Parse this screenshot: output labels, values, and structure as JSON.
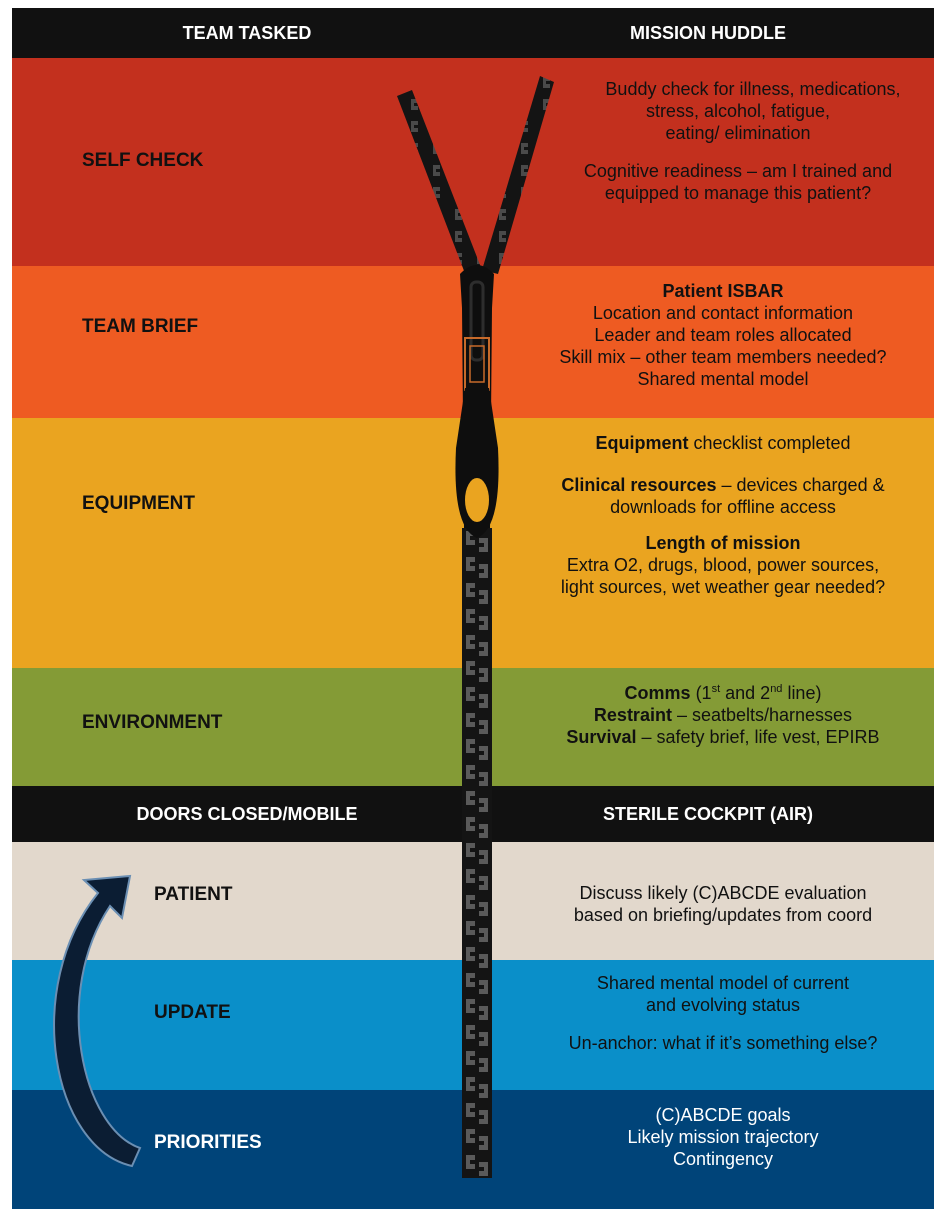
{
  "header": {
    "left": "TEAM TASKED",
    "right": "MISSION HUDDLE"
  },
  "divider": {
    "left": "DOORS CLOSED/MOBILE",
    "right": "STERILE COCKPIT (AIR)"
  },
  "colors": {
    "self_check": "#c3301e",
    "team_brief": "#ee5b22",
    "equipment": "#eaa420",
    "environment": "#849b36",
    "patient": "#e2d8cc",
    "update": "#0a8fc9",
    "priorities": "#004479",
    "header": "#111111"
  },
  "sections": {
    "self_check": {
      "label": "SELF CHECK",
      "l1": "Buddy check for illness, medications,",
      "l2": "stress, alcohol, fatigue,",
      "l3": "eating/ elimination",
      "l4": "Cognitive readiness – am I trained and",
      "l5": "equipped to manage this patient?"
    },
    "team_brief": {
      "label": "TEAM BRIEF",
      "title": "Patient ISBAR",
      "l1": "Location and contact information",
      "l2": "Leader and team roles allocated",
      "l3": "Skill mix – other team members needed?",
      "l4": "Shared mental model"
    },
    "equipment": {
      "label": "EQUIPMENT",
      "b1": "Equipment",
      "t1": " checklist completed",
      "b2": "Clinical resources",
      "t2": " – devices charged &",
      "t3": "downloads for offline access",
      "b4": "Length of mission",
      "t5": "Extra O2, drugs, blood, power sources,",
      "t6": "light sources, wet weather gear needed?"
    },
    "environment": {
      "label": "ENVIRONMENT",
      "b1": "Comms",
      "t1a": " (1",
      "s1": "st",
      "t1b": " and 2",
      "s2": "nd",
      "t1c": " line)",
      "b2": "Restraint",
      "t2": " – seatbelts/harnesses",
      "b3": "Survival",
      "t3": " – safety brief, life vest, EPIRB"
    },
    "patient": {
      "label": "PATIENT",
      "l1": "Discuss likely (C)ABCDE evaluation",
      "l2": "based on briefing/updates from coord"
    },
    "update": {
      "label": "UPDATE",
      "l1": "Shared mental model of current",
      "l2": "and evolving status",
      "l3": "Un-anchor:  what if it’s something else?"
    },
    "priorities": {
      "label": "PRIORITIES",
      "l1": "(C)ABCDE goals",
      "l2": "Likely mission trajectory",
      "l3": "Contingency"
    }
  }
}
